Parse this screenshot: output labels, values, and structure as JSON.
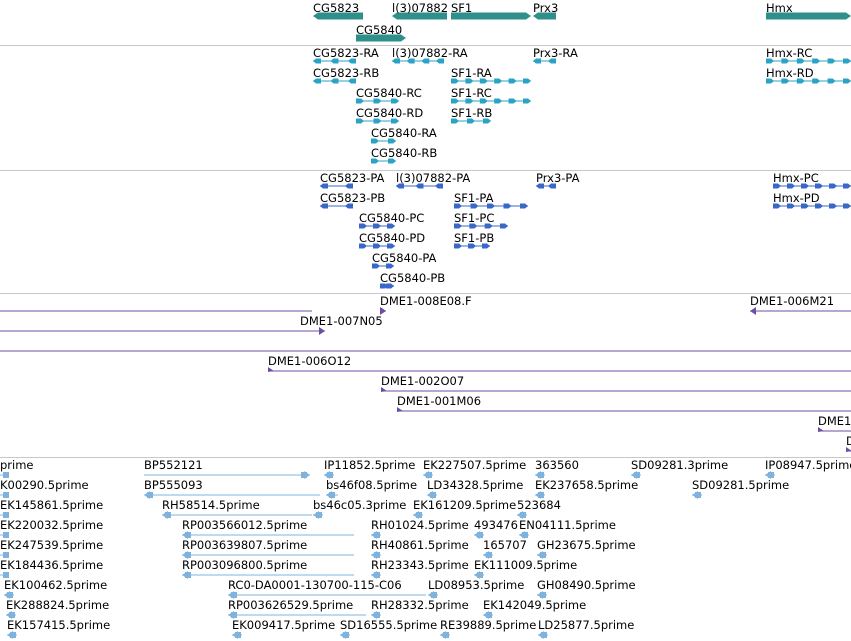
{
  "colors": {
    "gene": "#2f8f8b",
    "transcript": "#2aa3c4",
    "protein": "#3a68c9",
    "clone": "#6d4ea6",
    "est": "#7fb3de",
    "divider": "#c8c8c8"
  },
  "tracks": [
    {
      "name": "genes",
      "color": "gene",
      "features": [
        {
          "label": "CG5823",
          "start": 313,
          "end": 363,
          "strand": -1,
          "row": 0
        },
        {
          "label": "CG5840",
          "start": 356,
          "end": 406,
          "strand": 1,
          "row": 1
        },
        {
          "label": "l(3)07882",
          "start": 392,
          "end": 447,
          "strand": -1,
          "row": 0
        },
        {
          "label": "SF1",
          "start": 451,
          "end": 531,
          "strand": 1,
          "row": 0
        },
        {
          "label": "Prx3",
          "start": 533,
          "end": 556,
          "strand": -1,
          "row": 0
        },
        {
          "label": "Hmx",
          "start": 766,
          "end": 851,
          "strand": 1,
          "row": 0
        }
      ]
    },
    {
      "name": "transcripts",
      "color": "transcript",
      "features": [
        {
          "label": "CG5823-RA",
          "start": 313,
          "end": 356,
          "strand": -1,
          "row": 0
        },
        {
          "label": "l(3)07882-RA",
          "start": 392,
          "end": 444,
          "strand": -1,
          "row": 0
        },
        {
          "label": "Prx3-RA",
          "start": 533,
          "end": 556,
          "strand": -1,
          "row": 0
        },
        {
          "label": "Hmx-RC",
          "start": 766,
          "end": 851,
          "strand": 1,
          "row": 0
        },
        {
          "label": "CG5823-RB",
          "start": 313,
          "end": 356,
          "strand": -1,
          "row": 1
        },
        {
          "label": "SF1-RA",
          "start": 451,
          "end": 531,
          "strand": 1,
          "row": 1
        },
        {
          "label": "Hmx-RD",
          "start": 766,
          "end": 851,
          "strand": 1,
          "row": 1
        },
        {
          "label": "CG5840-RC",
          "start": 356,
          "end": 399,
          "strand": 1,
          "row": 2
        },
        {
          "label": "SF1-RC",
          "start": 451,
          "end": 531,
          "strand": 1,
          "row": 2
        },
        {
          "label": "CG5840-RD",
          "start": 356,
          "end": 399,
          "strand": 1,
          "row": 3
        },
        {
          "label": "SF1-RB",
          "start": 451,
          "end": 491,
          "strand": 1,
          "row": 3
        },
        {
          "label": "CG5840-RA",
          "start": 371,
          "end": 396,
          "strand": 1,
          "row": 4
        },
        {
          "label": "CG5840-RB",
          "start": 371,
          "end": 396,
          "strand": 1,
          "row": 5
        }
      ]
    },
    {
      "name": "proteins",
      "color": "protein",
      "features": [
        {
          "label": "CG5823-PA",
          "start": 320,
          "end": 353,
          "strand": -1,
          "row": 0
        },
        {
          "label": "l(3)07882-PA",
          "start": 396,
          "end": 443,
          "strand": -1,
          "row": 0
        },
        {
          "label": "Prx3-PA",
          "start": 536,
          "end": 556,
          "strand": -1,
          "row": 0
        },
        {
          "label": "Hmx-PC",
          "start": 773,
          "end": 851,
          "strand": 1,
          "row": 0
        },
        {
          "label": "CG5823-PB",
          "start": 320,
          "end": 353,
          "strand": -1,
          "row": 1
        },
        {
          "label": "SF1-PA",
          "start": 454,
          "end": 528,
          "strand": 1,
          "row": 1
        },
        {
          "label": "Hmx-PD",
          "start": 773,
          "end": 851,
          "strand": 1,
          "row": 1
        },
        {
          "label": "CG5840-PC",
          "start": 359,
          "end": 395,
          "strand": 1,
          "row": 2
        },
        {
          "label": "SF1-PC",
          "start": 454,
          "end": 508,
          "strand": 1,
          "row": 2
        },
        {
          "label": "CG5840-PD",
          "start": 359,
          "end": 395,
          "strand": 1,
          "row": 3
        },
        {
          "label": "SF1-PB",
          "start": 454,
          "end": 490,
          "strand": 1,
          "row": 3
        },
        {
          "label": "CG5840-PA",
          "start": 372,
          "end": 394,
          "strand": 1,
          "row": 4
        },
        {
          "label": "CG5840-PB",
          "start": 380,
          "end": 394,
          "strand": 1,
          "row": 5
        }
      ]
    },
    {
      "name": "clones",
      "color": "clone",
      "features": [
        {
          "label": "",
          "start": 0,
          "end": 312,
          "strand": -1,
          "row": 0
        },
        {
          "label": "DME1-008E08.F",
          "start": 380,
          "end": 386,
          "strand": 1,
          "row": 0
        },
        {
          "label": "DME1-006M21",
          "start": 750,
          "end": 851,
          "strand": -1,
          "row": 0
        },
        {
          "label": "DME1-007N05",
          "start": 0,
          "end": 325,
          "strand": 1,
          "row": 1
        },
        {
          "label": "",
          "start": 0,
          "end": 851,
          "strand": 1,
          "row": 2
        },
        {
          "label": "DME1-006O12",
          "start": 268,
          "end": 851,
          "strand": 1,
          "row": 3
        },
        {
          "label": "DME1-002O07",
          "start": 381,
          "end": 851,
          "strand": 1,
          "row": 4
        },
        {
          "label": "DME1-001M06",
          "start": 397,
          "end": 851,
          "strand": 1,
          "row": 5
        },
        {
          "label": "DME1",
          "start": 818,
          "end": 851,
          "strand": 1,
          "row": 6
        },
        {
          "label": "D",
          "start": 846,
          "end": 851,
          "strand": 1,
          "row": 7
        }
      ]
    },
    {
      "name": "ests",
      "color": "est",
      "features": [
        {
          "label": "prime",
          "start": 0,
          "end": 8,
          "strand": -1,
          "row": 0
        },
        {
          "label": "BP552121",
          "start": 144,
          "end": 310,
          "strand": 1,
          "row": 0
        },
        {
          "label": "IP11852.5prime",
          "start": 324,
          "end": 334,
          "strand": -1,
          "row": 0
        },
        {
          "label": "EK227507.5prime",
          "start": 423,
          "end": 433,
          "strand": -1,
          "row": 0
        },
        {
          "label": "363560",
          "start": 535,
          "end": 545,
          "strand": -1,
          "row": 0
        },
        {
          "label": "SD09281.3prime",
          "start": 631,
          "end": 641,
          "strand": -1,
          "row": 0
        },
        {
          "label": "IP08947.5prime",
          "start": 765,
          "end": 775,
          "strand": -1,
          "row": 0
        },
        {
          "label": "K00290.5prime",
          "start": 0,
          "end": 8,
          "strand": -1,
          "row": 1
        },
        {
          "label": "BP555093",
          "start": 144,
          "end": 320,
          "strand": -1,
          "row": 1
        },
        {
          "label": "bs46f08.5prime",
          "start": 326,
          "end": 338,
          "strand": -1,
          "row": 1
        },
        {
          "label": "LD34328.5prime",
          "start": 427,
          "end": 437,
          "strand": -1,
          "row": 1
        },
        {
          "label": "EK237658.5prime",
          "start": 535,
          "end": 545,
          "strand": -1,
          "row": 1
        },
        {
          "label": "SD09281.5prime",
          "start": 692,
          "end": 702,
          "strand": -1,
          "row": 1
        },
        {
          "label": "EK145861.5prime",
          "start": 0,
          "end": 8,
          "strand": -1,
          "row": 2
        },
        {
          "label": "RH58514.5prime",
          "start": 162,
          "end": 312,
          "strand": -1,
          "row": 2
        },
        {
          "label": "bs46c05.3prime",
          "start": 313,
          "end": 323,
          "strand": -1,
          "row": 2
        },
        {
          "label": "EK161209.5prime",
          "start": 413,
          "end": 423,
          "strand": -1,
          "row": 2
        },
        {
          "label": "523684",
          "start": 517,
          "end": 527,
          "strand": -1,
          "row": 2
        },
        {
          "label": "EK220032.5prime",
          "start": 0,
          "end": 8,
          "strand": -1,
          "row": 3
        },
        {
          "label": "RP003566012.5prime",
          "start": 182,
          "end": 354,
          "strand": -1,
          "row": 3
        },
        {
          "label": "RH01024.5prime",
          "start": 371,
          "end": 381,
          "strand": -1,
          "row": 3
        },
        {
          "label": "493476",
          "start": 474,
          "end": 484,
          "strand": -1,
          "row": 3
        },
        {
          "label": "EN04111.5prime",
          "start": 519,
          "end": 529,
          "strand": -1,
          "row": 3
        },
        {
          "label": "EK247539.5prime",
          "start": 0,
          "end": 8,
          "strand": -1,
          "row": 4
        },
        {
          "label": "RP003639807.5prime",
          "start": 182,
          "end": 354,
          "strand": -1,
          "row": 4
        },
        {
          "label": "RH40861.5prime",
          "start": 371,
          "end": 381,
          "strand": -1,
          "row": 4
        },
        {
          "label": "165707",
          "start": 483,
          "end": 493,
          "strand": -1,
          "row": 4
        },
        {
          "label": "GH23675.5prime",
          "start": 537,
          "end": 547,
          "strand": -1,
          "row": 4
        },
        {
          "label": "EK184436.5prime",
          "start": 0,
          "end": 8,
          "strand": -1,
          "row": 5
        },
        {
          "label": "RP003096800.5prime",
          "start": 182,
          "end": 354,
          "strand": -1,
          "row": 5
        },
        {
          "label": "RH23343.5prime",
          "start": 371,
          "end": 381,
          "strand": -1,
          "row": 5
        },
        {
          "label": "EK111009.5prime",
          "start": 474,
          "end": 484,
          "strand": -1,
          "row": 5
        },
        {
          "label": "EK100462.5prime",
          "start": 4,
          "end": 14,
          "strand": -1,
          "row": 6
        },
        {
          "label": "RC0-DA0001-130700-115-C06",
          "start": 228,
          "end": 426,
          "strand": -1,
          "row": 6
        },
        {
          "label": "LD08953.5prime",
          "start": 428,
          "end": 438,
          "strand": -1,
          "row": 6
        },
        {
          "label": "GH08490.5prime",
          "start": 537,
          "end": 547,
          "strand": -1,
          "row": 6
        },
        {
          "label": "EK288824.5prime",
          "start": 6,
          "end": 16,
          "strand": -1,
          "row": 7
        },
        {
          "label": "RP003626529.5prime",
          "start": 228,
          "end": 366,
          "strand": -1,
          "row": 7
        },
        {
          "label": "RH28332.5prime",
          "start": 371,
          "end": 381,
          "strand": -1,
          "row": 7
        },
        {
          "label": "EK142049.5prime",
          "start": 483,
          "end": 493,
          "strand": -1,
          "row": 7
        },
        {
          "label": "EK157415.5prime",
          "start": 7,
          "end": 17,
          "strand": -1,
          "row": 8
        },
        {
          "label": "EK009417.5prime",
          "start": 232,
          "end": 242,
          "strand": -1,
          "row": 8
        },
        {
          "label": "SD16555.5prime",
          "start": 340,
          "end": 350,
          "strand": -1,
          "row": 8
        },
        {
          "label": "RE39889.5prime",
          "start": 440,
          "end": 450,
          "strand": -1,
          "row": 8
        },
        {
          "label": "LD25877.5prime",
          "start": 538,
          "end": 548,
          "strand": -1,
          "row": 8
        }
      ]
    }
  ]
}
